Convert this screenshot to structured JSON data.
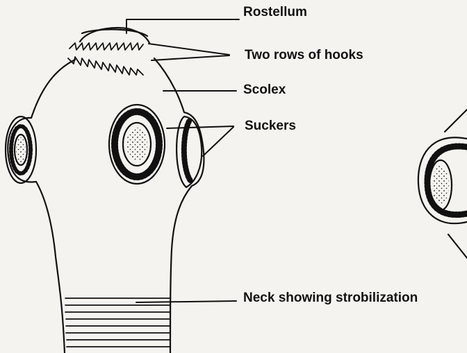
{
  "labels": {
    "rostellum": "Rostellum",
    "hooks": "Two rows of hooks",
    "scolex": "Scolex",
    "suckers": "Suckers",
    "neck": "Neck showing strobilization"
  },
  "colors": {
    "ink": "#111111",
    "paper": "#f4f3ef"
  }
}
